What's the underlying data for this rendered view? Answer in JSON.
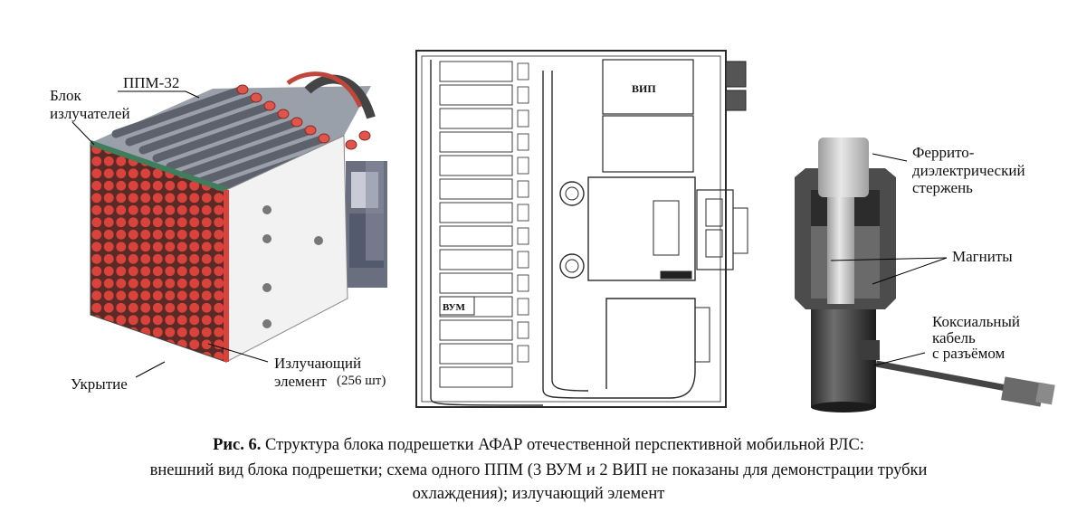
{
  "figure": {
    "module_labels": {
      "emitter_block_line1": "Блок",
      "emitter_block_line2": "излучателей",
      "ppm": "ППМ-32",
      "cover": "Укрытие",
      "emitter_line1": "Излучающий",
      "emitter_line2": "элемент",
      "emitter_count": "(256 шт)"
    },
    "schematic_labels": {
      "vip": "ВИП",
      "vum": "ВУМ"
    },
    "element_labels": {
      "rod_line1": "Феррито-",
      "rod_line2": "диэлектрический",
      "rod_line3": "стержень",
      "magnets": "Магниты",
      "cable_line1": "Коксиальный",
      "cable_line2": "кабель",
      "cable_line3": "с разъёмом"
    }
  },
  "caption": {
    "fig_number": "Рис. 6.",
    "line1": "Структура блока подрешетки АФАР отечественной перспективной мобильной РЛС:",
    "line2": "внешний вид блока подрешетки; схема одного ППМ (3 ВУМ и 2 ВИП не показаны для демонстрации трубки",
    "line3": "охлаждения); излучающий элемент"
  }
}
